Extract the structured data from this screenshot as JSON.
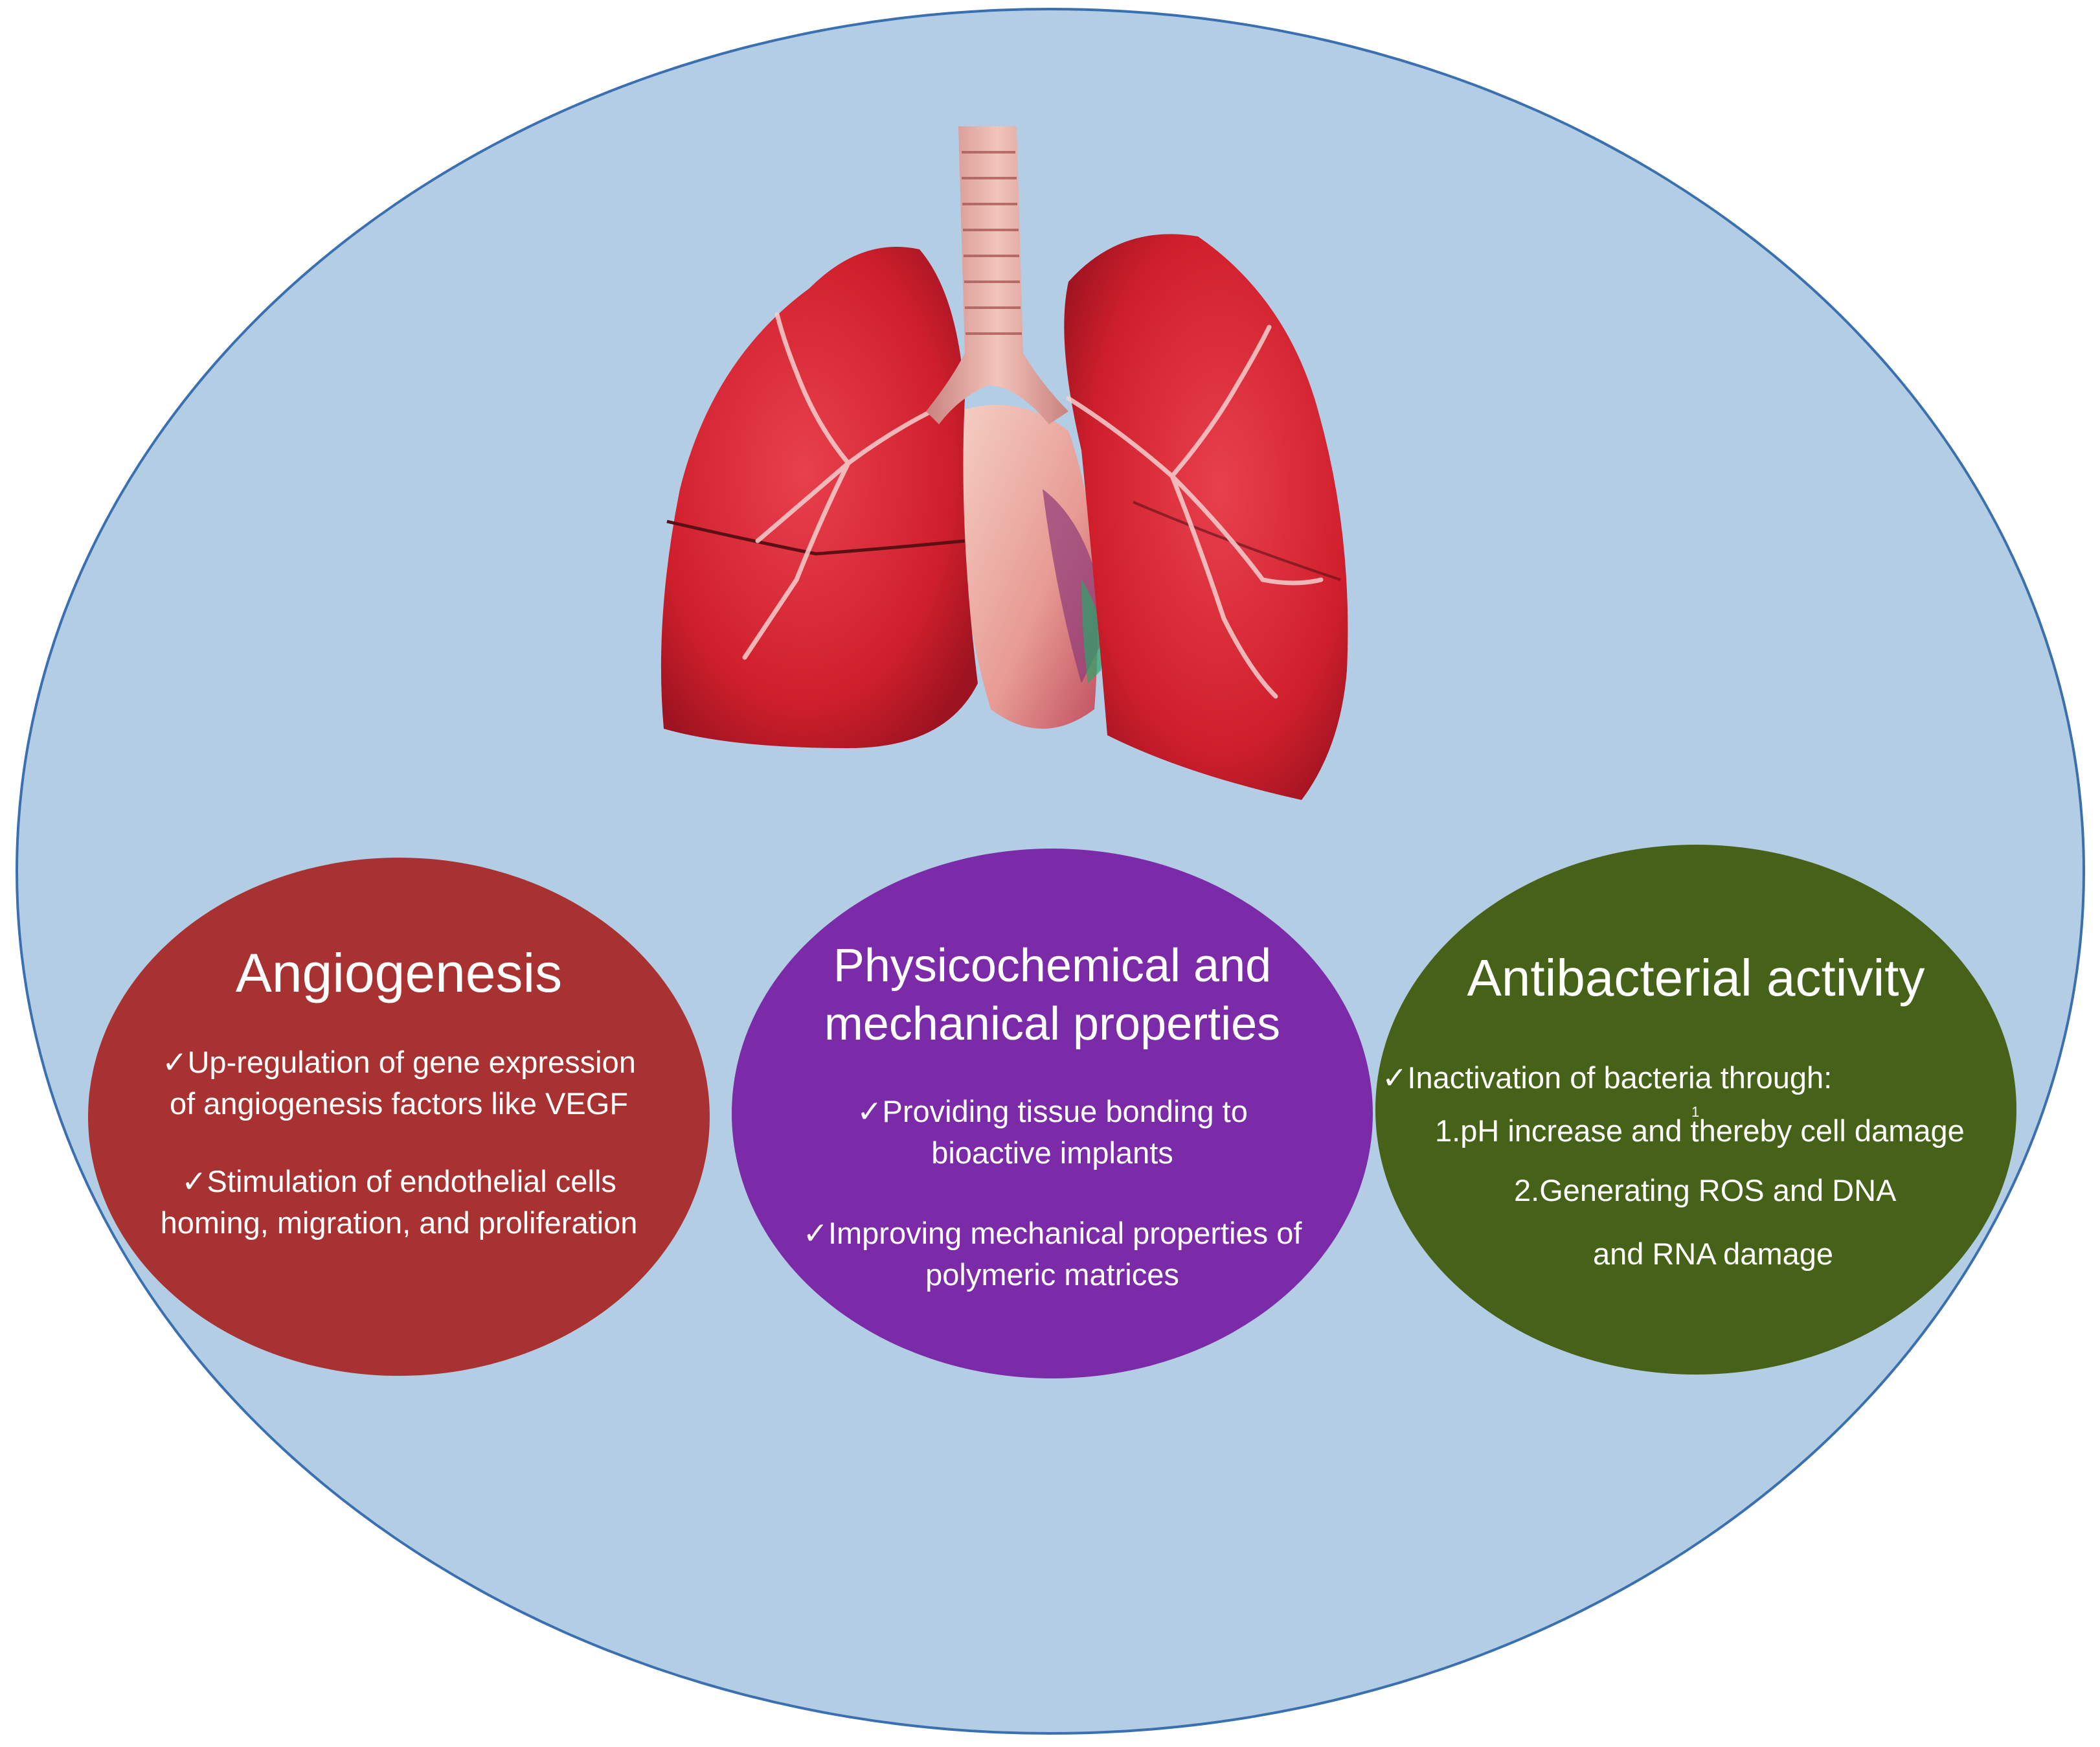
{
  "colors": {
    "background": "#b3cde5",
    "outline": "#3a6fb0",
    "angiogenesis": "#a83232",
    "physicochemical": "#7b2aa8",
    "antibacterial": "#466219"
  },
  "illustration": {
    "icon": "lungs-icon"
  },
  "angiogenesis": {
    "title": "Angiogenesis",
    "items": [
      [
        "✓Up-regulation of gene expression",
        "of angiogenesis factors like VEGF"
      ],
      [
        "✓Stimulation of endothelial cells",
        "homing, migration, and proliferation"
      ]
    ]
  },
  "physicochemical": {
    "title_lines": [
      "Physicochemical and",
      "mechanical properties"
    ],
    "items": [
      [
        "✓Providing tissue bonding to",
        "bioactive implants"
      ],
      [
        "✓Improving mechanical properties of",
        "polymeric matrices"
      ]
    ]
  },
  "antibacterial": {
    "title": "Antibacterial activity",
    "intro": "✓Inactivation of bacteria through:",
    "points": [
      "1.pH increase and thereby cell damage",
      "2.Generating ROS and DNA",
      "and RNA damage"
    ],
    "superscript": "1"
  }
}
